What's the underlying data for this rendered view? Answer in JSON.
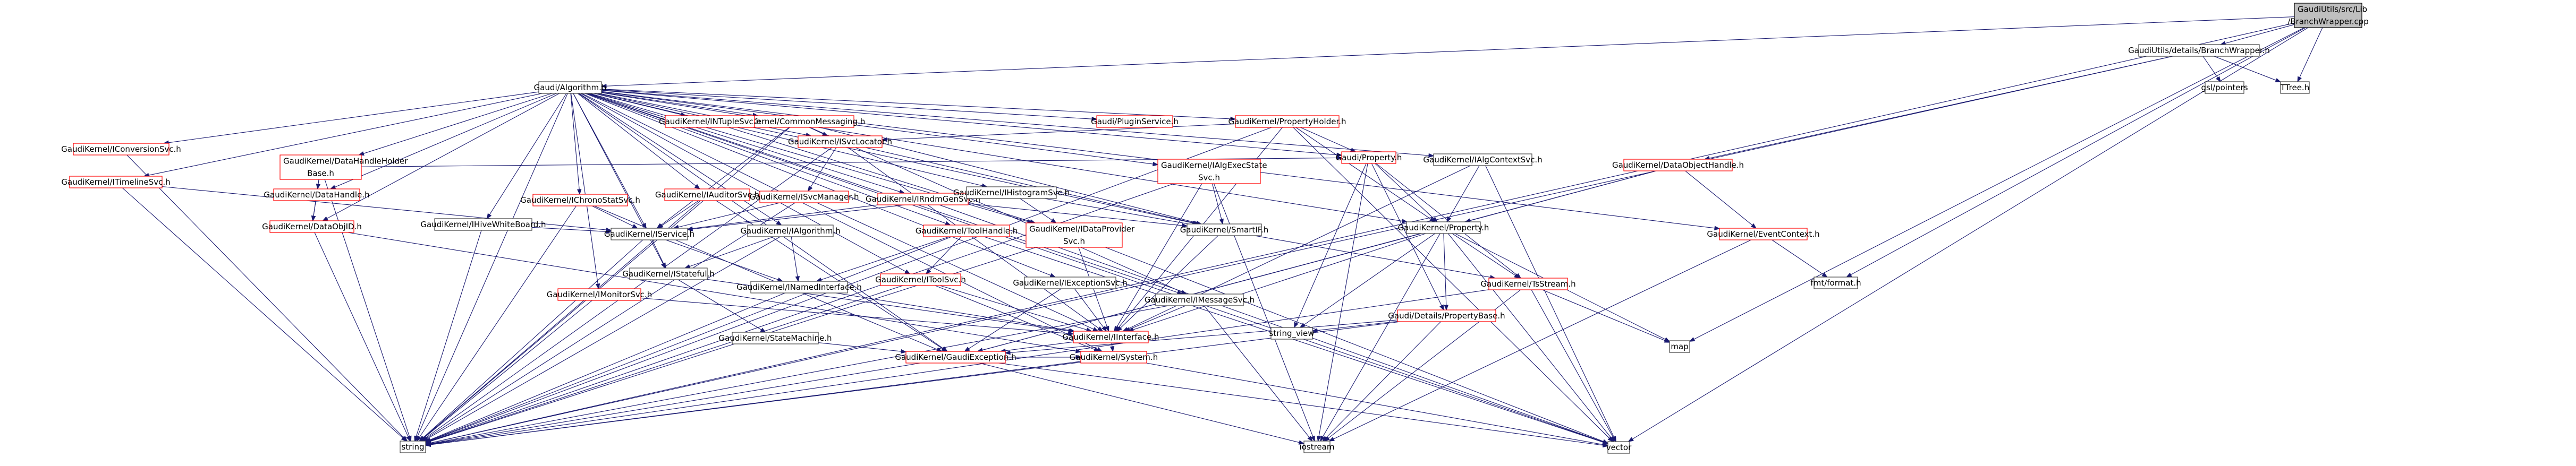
{
  "colors": {
    "root_fill": "#bfbfbf",
    "root_stroke": "#000000",
    "plain_stroke": "#404040",
    "linked_stroke": "#ff0000",
    "node_fill": "#ffffff",
    "edge": "#191970",
    "text": "#000000"
  },
  "nodes": [
    {
      "id": "root",
      "label": [
        "GaudiUtils/src/Lib",
        "/BranchWrapper.cpp"
      ],
      "kind": "root"
    },
    {
      "id": "bwh",
      "label": [
        "GaudiUtils/details/BranchWrapper.h"
      ],
      "kind": "plain"
    },
    {
      "id": "alg",
      "label": [
        "Gaudi/Algorithm.h"
      ],
      "kind": "plain"
    },
    {
      "id": "gslp",
      "label": [
        "gsl/pointers"
      ],
      "kind": "plain"
    },
    {
      "id": "ttree",
      "label": [
        "TTree.h"
      ],
      "kind": "plain"
    },
    {
      "id": "iconv",
      "label": [
        "GaudiKernel/IConversionSvc.h"
      ],
      "kind": "linked"
    },
    {
      "id": "itimeline",
      "label": [
        "GaudiKernel/ITimelineSvc.h"
      ],
      "kind": "linked"
    },
    {
      "id": "dhhb",
      "label": [
        "GaudiKernel/DataHandleHolder",
        "Base.h"
      ],
      "kind": "linked"
    },
    {
      "id": "dhandle",
      "label": [
        "GaudiKernel/DataHandle.h"
      ],
      "kind": "linked"
    },
    {
      "id": "dataobjid",
      "label": [
        "GaudiKernel/DataObjID.h"
      ],
      "kind": "linked"
    },
    {
      "id": "cmsg",
      "label": [
        "GaudiKernel/CommonMessaging.h"
      ],
      "kind": "linked"
    },
    {
      "id": "intuple",
      "label": [
        "GaudiKernel/INTupleSvc.h"
      ],
      "kind": "linked"
    },
    {
      "id": "iwb",
      "label": [
        "GaudiKernel/IHiveWhiteBoard.h"
      ],
      "kind": "plain"
    },
    {
      "id": "ichrono",
      "label": [
        "GaudiKernel/IChronoStatSvc.h"
      ],
      "kind": "linked"
    },
    {
      "id": "iauditor",
      "label": [
        "GaudiKernel/IAuditorSvc.h"
      ],
      "kind": "linked"
    },
    {
      "id": "isvcloc",
      "label": [
        "GaudiKernel/ISvcLocator.h"
      ],
      "kind": "linked"
    },
    {
      "id": "isvcmgr",
      "label": [
        "GaudiKernel/ISvcManager.h"
      ],
      "kind": "linked"
    },
    {
      "id": "irndm",
      "label": [
        "GaudiKernel/IRndmGenSvc.h"
      ],
      "kind": "linked"
    },
    {
      "id": "ihist",
      "label": [
        "GaudiKernel/IHistogramSvc.h"
      ],
      "kind": "plain"
    },
    {
      "id": "pluginsvc",
      "label": [
        "Gaudi/PluginService.h"
      ],
      "kind": "linked"
    },
    {
      "id": "propholder",
      "label": [
        "GaudiKernel/PropertyHolder.h"
      ],
      "kind": "linked"
    },
    {
      "id": "algexec",
      "label": [
        "GaudiKernel/IAlgExecState",
        "Svc.h"
      ],
      "kind": "linked"
    },
    {
      "id": "property",
      "label": [
        "Gaudi/Property.h"
      ],
      "kind": "linked"
    },
    {
      "id": "ialgctx",
      "label": [
        "GaudiKernel/IAlgContextSvc.h"
      ],
      "kind": "plain"
    },
    {
      "id": "dataobjh",
      "label": [
        "GaudiKernel/DataObjectHandle.h"
      ],
      "kind": "linked"
    },
    {
      "id": "iservice",
      "label": [
        "GaudiKernel/IService.h"
      ],
      "kind": "plain"
    },
    {
      "id": "ialgorithm",
      "label": [
        "GaudiKernel/IAlgorithm.h"
      ],
      "kind": "plain"
    },
    {
      "id": "toolhandle",
      "label": [
        "GaudiKernel/ToolHandle.h"
      ],
      "kind": "linked"
    },
    {
      "id": "dataprov",
      "label": [
        "GaudiKernel/IDataProvider",
        "Svc.h"
      ],
      "kind": "linked"
    },
    {
      "id": "smartif",
      "label": [
        "GaudiKernel/SmartIF.h"
      ],
      "kind": "plain"
    },
    {
      "id": "gkprop",
      "label": [
        "GaudiKernel/Property.h"
      ],
      "kind": "plain"
    },
    {
      "id": "evtctx",
      "label": [
        "GaudiKernel/EventContext.h"
      ],
      "kind": "linked"
    },
    {
      "id": "imonitor",
      "label": [
        "GaudiKernel/IMonitorSvc.h"
      ],
      "kind": "linked"
    },
    {
      "id": "istateful",
      "label": [
        "GaudiKernel/IStateful.h"
      ],
      "kind": "plain"
    },
    {
      "id": "inamed",
      "label": [
        "GaudiKernel/INamedInterface.h"
      ],
      "kind": "plain"
    },
    {
      "id": "itoolsvc",
      "label": [
        "GaudiKernel/IToolSvc.h"
      ],
      "kind": "linked"
    },
    {
      "id": "iexcsvc",
      "label": [
        "GaudiKernel/IExceptionSvc.h"
      ],
      "kind": "plain"
    },
    {
      "id": "imsgsvc",
      "label": [
        "GaudiKernel/IMessageSvc.h"
      ],
      "kind": "plain"
    },
    {
      "id": "propbase",
      "label": [
        "Gaudi/Details/PropertyBase.h"
      ],
      "kind": "linked"
    },
    {
      "id": "tsstream",
      "label": [
        "GaudiKernel/TsStream.h"
      ],
      "kind": "linked"
    },
    {
      "id": "fmt",
      "label": [
        "fmt/format.h"
      ],
      "kind": "plain"
    },
    {
      "id": "statemach",
      "label": [
        "GaudiKernel/StateMachine.h"
      ],
      "kind": "plain"
    },
    {
      "id": "iinterface",
      "label": [
        "GaudiKernel/IInterface.h"
      ],
      "kind": "linked"
    },
    {
      "id": "stringview",
      "label": [
        "string_view"
      ],
      "kind": "plain"
    },
    {
      "id": "map",
      "label": [
        "map"
      ],
      "kind": "plain"
    },
    {
      "id": "gaudiexc",
      "label": [
        "GaudiKernel/GaudiException.h"
      ],
      "kind": "linked"
    },
    {
      "id": "system",
      "label": [
        "GaudiKernel/System.h"
      ],
      "kind": "linked"
    },
    {
      "id": "string",
      "label": [
        "string"
      ],
      "kind": "plain"
    },
    {
      "id": "iostream",
      "label": [
        "iostream"
      ],
      "kind": "plain"
    },
    {
      "id": "vector",
      "label": [
        "vector"
      ],
      "kind": "plain"
    }
  ],
  "edges": [
    [
      "root",
      "bwh"
    ],
    [
      "root",
      "alg"
    ],
    [
      "root",
      "ttree"
    ],
    [
      "root",
      "string"
    ],
    [
      "root",
      "fmt"
    ],
    [
      "root",
      "map"
    ],
    [
      "root",
      "vector"
    ],
    [
      "bwh",
      "gslp"
    ],
    [
      "bwh",
      "ttree"
    ],
    [
      "bwh",
      "dataobjh"
    ],
    [
      "bwh",
      "string"
    ],
    [
      "alg",
      "iconv"
    ],
    [
      "alg",
      "itimeline"
    ],
    [
      "alg",
      "dhhb"
    ],
    [
      "alg",
      "dhandle"
    ],
    [
      "alg",
      "dataobjid"
    ],
    [
      "alg",
      "cmsg"
    ],
    [
      "alg",
      "intuple"
    ],
    [
      "alg",
      "iwb"
    ],
    [
      "alg",
      "ichrono"
    ],
    [
      "alg",
      "iauditor"
    ],
    [
      "alg",
      "isvcloc"
    ],
    [
      "alg",
      "irndm"
    ],
    [
      "alg",
      "ihist"
    ],
    [
      "alg",
      "pluginsvc"
    ],
    [
      "alg",
      "propholder"
    ],
    [
      "alg",
      "algexec"
    ],
    [
      "alg",
      "property"
    ],
    [
      "alg",
      "ialgctx"
    ],
    [
      "alg",
      "iservice"
    ],
    [
      "alg",
      "ialgorithm"
    ],
    [
      "alg",
      "toolhandle"
    ],
    [
      "alg",
      "dataprov"
    ],
    [
      "alg",
      "smartif"
    ],
    [
      "alg",
      "gkprop"
    ],
    [
      "alg",
      "evtctx"
    ],
    [
      "alg",
      "imonitor"
    ],
    [
      "alg",
      "istateful"
    ],
    [
      "alg",
      "itoolsvc"
    ],
    [
      "alg",
      "iexcsvc"
    ],
    [
      "alg",
      "imsgsvc"
    ],
    [
      "alg",
      "gaudiexc"
    ],
    [
      "alg",
      "string"
    ],
    [
      "alg",
      "vector"
    ],
    [
      "alg",
      "system"
    ],
    [
      "iconv",
      "string"
    ],
    [
      "itimeline",
      "string"
    ],
    [
      "itimeline",
      "iservice"
    ],
    [
      "dhhb",
      "dhandle"
    ],
    [
      "dhhb",
      "dataobjid"
    ],
    [
      "dhhb",
      "property"
    ],
    [
      "dhhb",
      "string"
    ],
    [
      "dhandle",
      "dataobjid"
    ],
    [
      "dataobjid",
      "string"
    ],
    [
      "dataobjid",
      "system"
    ],
    [
      "cmsg",
      "isvcloc"
    ],
    [
      "cmsg",
      "smartif"
    ],
    [
      "cmsg",
      "imsgsvc"
    ],
    [
      "cmsg",
      "iservice"
    ],
    [
      "cmsg",
      "string"
    ],
    [
      "intuple",
      "dataprov"
    ],
    [
      "iwb",
      "iservice"
    ],
    [
      "iwb",
      "string"
    ],
    [
      "ichrono",
      "iservice"
    ],
    [
      "ichrono",
      "string"
    ],
    [
      "ichrono",
      "gaudiexc"
    ],
    [
      "iauditor",
      "iservice"
    ],
    [
      "iauditor",
      "string"
    ],
    [
      "iauditor",
      "gaudiexc"
    ],
    [
      "isvcloc",
      "isvcmgr"
    ],
    [
      "isvcloc",
      "smartif"
    ],
    [
      "isvcloc",
      "iinterface"
    ],
    [
      "isvcloc",
      "string"
    ],
    [
      "isvcmgr",
      "iservice"
    ],
    [
      "isvcmgr",
      "string"
    ],
    [
      "isvcmgr",
      "iinterface"
    ],
    [
      "irndm",
      "iservice"
    ],
    [
      "irndm",
      "smartif"
    ],
    [
      "irndm",
      "vector"
    ],
    [
      "ihist",
      "iservice"
    ],
    [
      "ihist",
      "dataprov"
    ],
    [
      "ihist",
      "tsstream"
    ],
    [
      "propholder",
      "property"
    ],
    [
      "propholder",
      "gkprop"
    ],
    [
      "propholder",
      "isvcloc"
    ],
    [
      "propholder",
      "iinterface"
    ],
    [
      "propholder",
      "string"
    ],
    [
      "propholder",
      "vector"
    ],
    [
      "algexec",
      "smartif"
    ],
    [
      "algexec",
      "iinterface"
    ],
    [
      "algexec",
      "iostream"
    ],
    [
      "algexec",
      "string"
    ],
    [
      "property",
      "gkprop"
    ],
    [
      "property",
      "propbase"
    ],
    [
      "property",
      "tsstream"
    ],
    [
      "property",
      "stringview"
    ],
    [
      "property",
      "iostream"
    ],
    [
      "ialgctx",
      "gkprop"
    ],
    [
      "ialgctx",
      "iinterface"
    ],
    [
      "ialgctx",
      "vector"
    ],
    [
      "dataobjh",
      "gkprop"
    ],
    [
      "dataobjh",
      "evtctx"
    ],
    [
      "dataobjh",
      "gaudiexc"
    ],
    [
      "iservice",
      "istateful"
    ],
    [
      "iservice",
      "inamed"
    ],
    [
      "iservice",
      "string"
    ],
    [
      "ialgorithm",
      "inamed"
    ],
    [
      "ialgorithm",
      "istateful"
    ],
    [
      "ialgorithm",
      "string"
    ],
    [
      "toolhandle",
      "itoolsvc"
    ],
    [
      "toolhandle",
      "inamed"
    ],
    [
      "toolhandle",
      "string"
    ],
    [
      "toolhandle",
      "vector"
    ],
    [
      "dataprov",
      "iinterface"
    ],
    [
      "dataprov",
      "string"
    ],
    [
      "dataprov",
      "vector"
    ],
    [
      "smartif",
      "iinterface"
    ],
    [
      "gkprop",
      "propbase"
    ],
    [
      "gkprop",
      "tsstream"
    ],
    [
      "gkprop",
      "stringview"
    ],
    [
      "gkprop",
      "iinterface"
    ],
    [
      "gkprop",
      "iostream"
    ],
    [
      "gkprop",
      "map"
    ],
    [
      "gkprop",
      "vector"
    ],
    [
      "gkprop",
      "gaudiexc"
    ],
    [
      "evtctx",
      "fmt"
    ],
    [
      "evtctx",
      "iostream"
    ],
    [
      "imonitor",
      "iinterface"
    ],
    [
      "imonitor",
      "string"
    ],
    [
      "istateful",
      "iinterface"
    ],
    [
      "istateful",
      "statemach"
    ],
    [
      "inamed",
      "iinterface"
    ],
    [
      "inamed",
      "string"
    ],
    [
      "itoolsvc",
      "iinterface"
    ],
    [
      "itoolsvc",
      "system"
    ],
    [
      "itoolsvc",
      "string"
    ],
    [
      "iexcsvc",
      "gaudiexc"
    ],
    [
      "iexcsvc",
      "iinterface"
    ],
    [
      "imsgsvc",
      "iinterface"
    ],
    [
      "imsgsvc",
      "string"
    ],
    [
      "imsgsvc",
      "iostream"
    ],
    [
      "propbase",
      "stringview"
    ],
    [
      "propbase",
      "gaudiexc"
    ],
    [
      "propbase",
      "string"
    ],
    [
      "propbase",
      "iostream"
    ],
    [
      "tsstream",
      "map"
    ],
    [
      "tsstream",
      "iostream"
    ],
    [
      "tsstream",
      "string"
    ],
    [
      "tsstream",
      "vector"
    ],
    [
      "statemach",
      "gaudiexc"
    ],
    [
      "iinterface",
      "system"
    ],
    [
      "iinterface",
      "gaudiexc"
    ],
    [
      "gaudiexc",
      "string"
    ],
    [
      "gaudiexc",
      "system"
    ],
    [
      "gaudiexc",
      "iostream"
    ],
    [
      "gaudiexc",
      "vector"
    ],
    [
      "system",
      "string"
    ],
    [
      "system",
      "vector"
    ]
  ]
}
